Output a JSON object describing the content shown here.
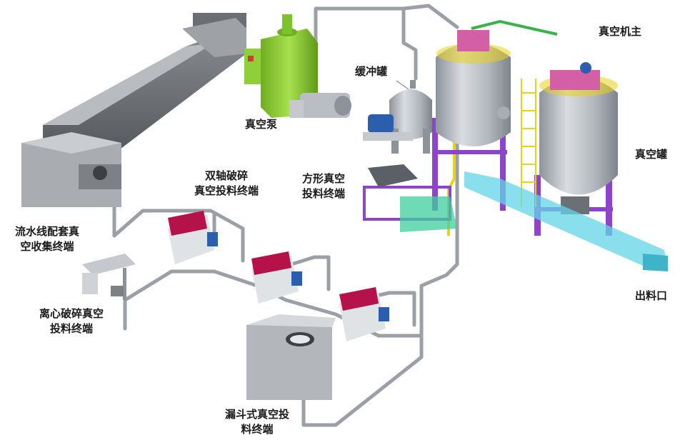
{
  "labels": {
    "vacuum_host": "真空机主",
    "buffer_tank": "缓冲罐",
    "vacuum_pump": "真空泵",
    "vacuum_tank": "真空罐",
    "outlet": "出料口",
    "twin_shaft": [
      "双轴破碎",
      "真空投料终端"
    ],
    "square_vacuum": [
      "方形真空",
      "投料终端"
    ],
    "pipeline": [
      "流水线配套真",
      "空收集终端"
    ],
    "centrifugal": [
      "离心破碎真空",
      "投料终端"
    ],
    "funnel": [
      "漏斗式真空投",
      "料终端"
    ]
  },
  "colors": {
    "pipe": "#9aa0a6",
    "tank_steel": "#b9bec4",
    "frame_purple": "#8e44c9",
    "conveyor_cyan": "#63d4e6",
    "pump_green": "#8fcf3a",
    "shredder_red": "#b5124a",
    "rail_yellow": "#e8d21a",
    "text": "#1a1a1a"
  }
}
